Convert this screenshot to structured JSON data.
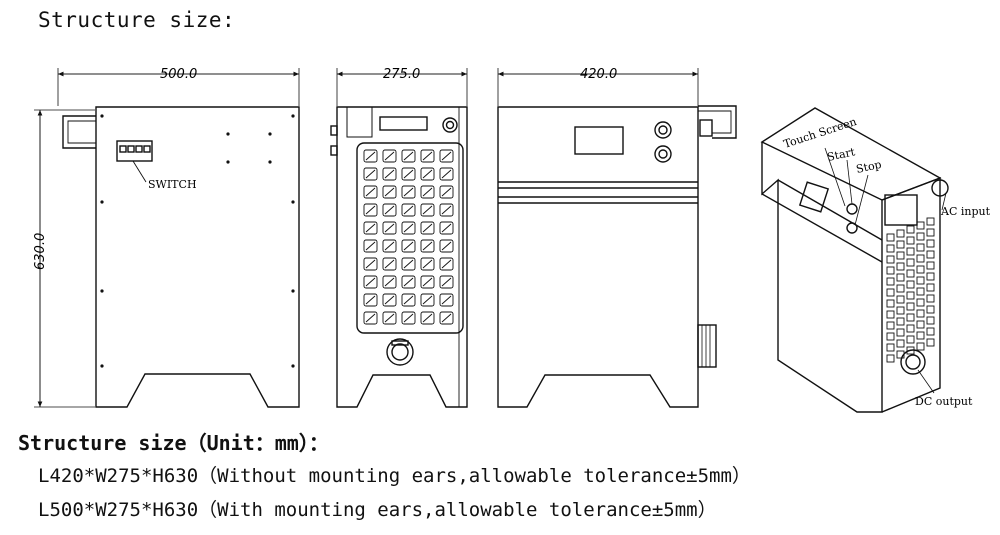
{
  "heading": "Structure size:",
  "dimensions": {
    "width_front": "500.0",
    "depth_side": "275.0",
    "width_back": "420.0",
    "height": "630.0"
  },
  "callouts": {
    "switch": "SWITCH",
    "touch_screen": "Touch Screen",
    "start": "Start",
    "stop": "Stop",
    "ac_input": "AC input",
    "dc_output": "DC output"
  },
  "spec": {
    "title": "Structure size（Unit：mm）：",
    "line1": "L420*W275*H630（Without mounting ears,allowable tolerance±5mm）",
    "line2": "L500*W275*H630（With mounting ears,allowable tolerance±5mm）"
  }
}
